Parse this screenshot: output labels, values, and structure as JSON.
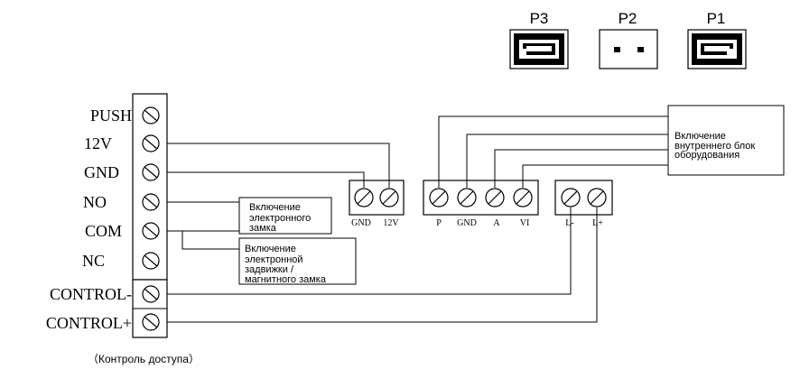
{
  "jumpers": {
    "p3": "P3",
    "p2": "P2",
    "p1": "P1"
  },
  "left_terminal": {
    "labels": [
      "PUSH",
      "12V",
      "GND",
      "NO",
      "COM",
      "NC",
      "CONTROL-",
      "CONTROL+"
    ]
  },
  "power_block": {
    "gnd": "GND",
    "v12": "12V"
  },
  "indoor_block": {
    "p": "P",
    "gnd": "GND",
    "a": "A",
    "vi": "VI"
  },
  "lock_block": {
    "lminus": "L-",
    "lplus": "L+"
  },
  "notes": {
    "electronic_lock": [
      "Включение",
      "электронного",
      "замка"
    ],
    "bolt_magnetic": [
      "Включение",
      "электронной",
      "задвижки /",
      "магнитного замка"
    ],
    "indoor_unit": [
      "Включение",
      "внутреннего блок",
      "оборудования"
    ]
  },
  "caption": "（Контроль доступа）"
}
